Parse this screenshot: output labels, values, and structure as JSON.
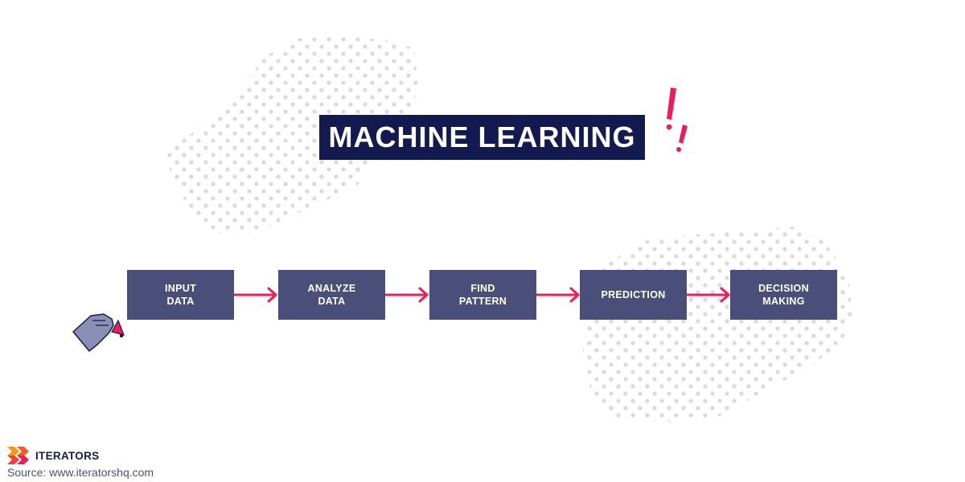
{
  "title": "MACHINE LEARNING",
  "steps": [
    {
      "label": "INPUT\nDATA"
    },
    {
      "label": "ANALYZE\nDATA"
    },
    {
      "label": "FIND\nPATTERN"
    },
    {
      "label": "PREDICTION"
    },
    {
      "label": "DECISION\nMAKING"
    }
  ],
  "brand": {
    "name": "ITERATORS",
    "source": "Source: www.iteratorshq.com"
  },
  "colors": {
    "navy": "#121a4f",
    "step_fill": "#4a4f7a",
    "accent": "#ef1c5a",
    "dots": "#d8d9e6",
    "logo_orange": "#f7941d",
    "logo_red": "#ef4136"
  },
  "icons": {
    "hand": "hand-holding-pen-icon",
    "exclamation": "exclamation-marks-icon",
    "logo": "iterators-logo-icon",
    "arrow": "arrow-right-icon"
  }
}
